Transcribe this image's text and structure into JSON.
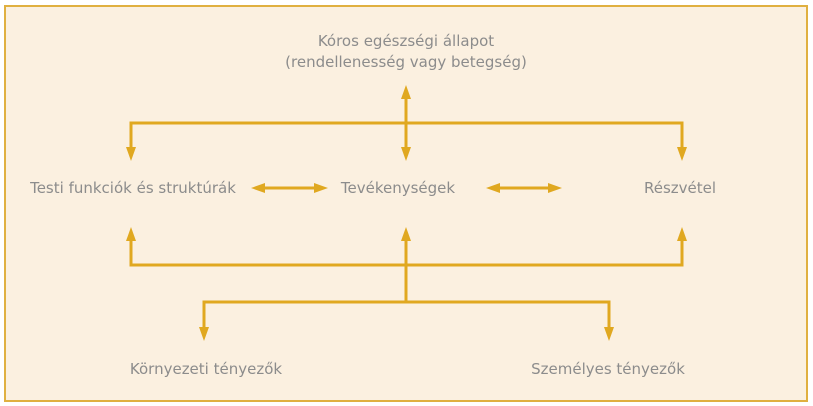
{
  "colors": {
    "background": "#fbf0e0",
    "accent": "#e0a820",
    "text": "#8c8c8c"
  },
  "nodes": {
    "health_condition_line1": "Kóros egészségi állapot",
    "health_condition_line2": "(rendellenesség vagy betegség)",
    "body_functions": "Testi funkciók és struktúrák",
    "activities": "Tevékenységek",
    "participation": "Részvétel",
    "environmental_factors": "Környezeti tényezők",
    "personal_factors": "Személyes tényezők"
  }
}
